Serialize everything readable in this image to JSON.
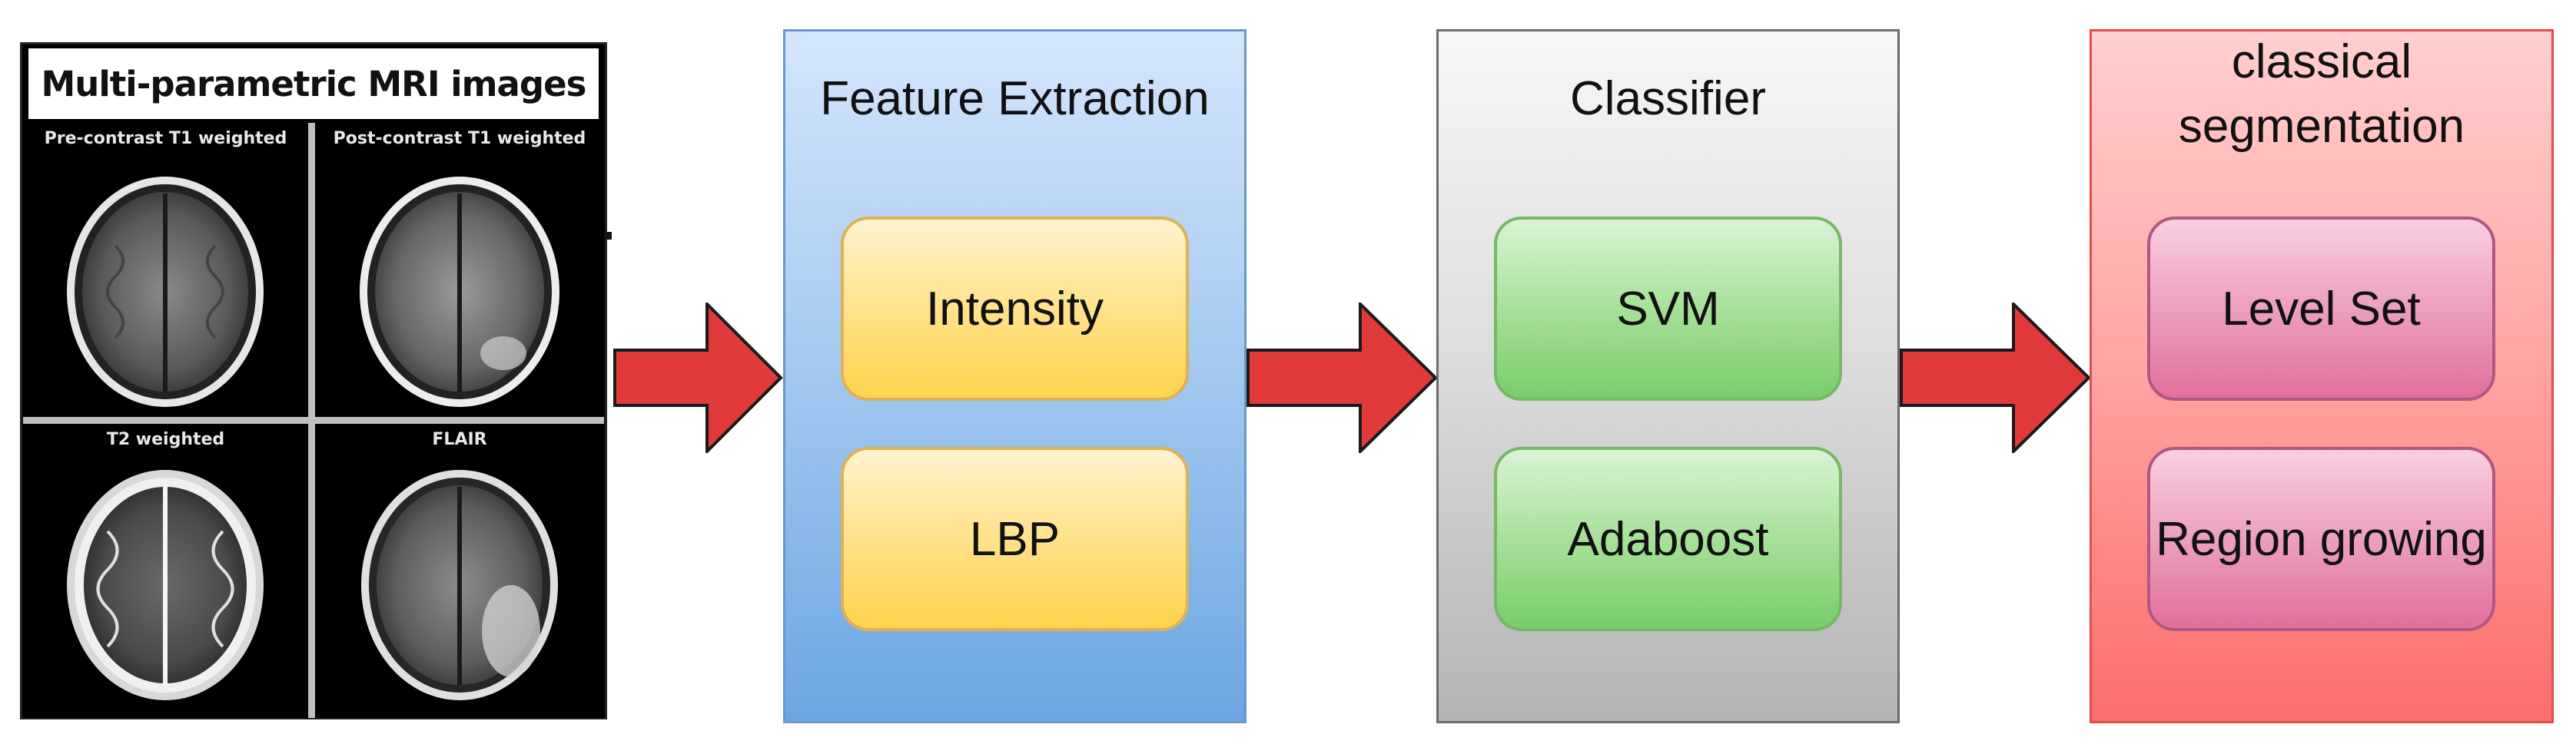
{
  "mri_panel": {
    "title": "Multi-parametric MRI images",
    "images": [
      {
        "label": "Pre-contrast T1 weighted"
      },
      {
        "label": "Post-contrast T1 weighted"
      },
      {
        "label": "T2 weighted"
      },
      {
        "label": "FLAIR"
      }
    ]
  },
  "stages": [
    {
      "title": "Feature Extraction",
      "items": [
        "Intensity",
        "LBP"
      ]
    },
    {
      "title": "Classifier",
      "items": [
        "SVM",
        "Adaboost"
      ]
    },
    {
      "title_lines": [
        "classical",
        "segmentation"
      ],
      "items": [
        "Level Set",
        "Region growing"
      ]
    }
  ],
  "colors": {
    "arrow_fill": "#e0393a",
    "arrow_stroke": "#1a1a1a",
    "feature_bg": "#a8cbf1",
    "classifier_bg": "#dedede",
    "segmentation_bg": "#ffa8a6",
    "item_yellow": "#ffe28a",
    "item_green": "#a8e09a",
    "item_pink": "#ec9fbf"
  }
}
